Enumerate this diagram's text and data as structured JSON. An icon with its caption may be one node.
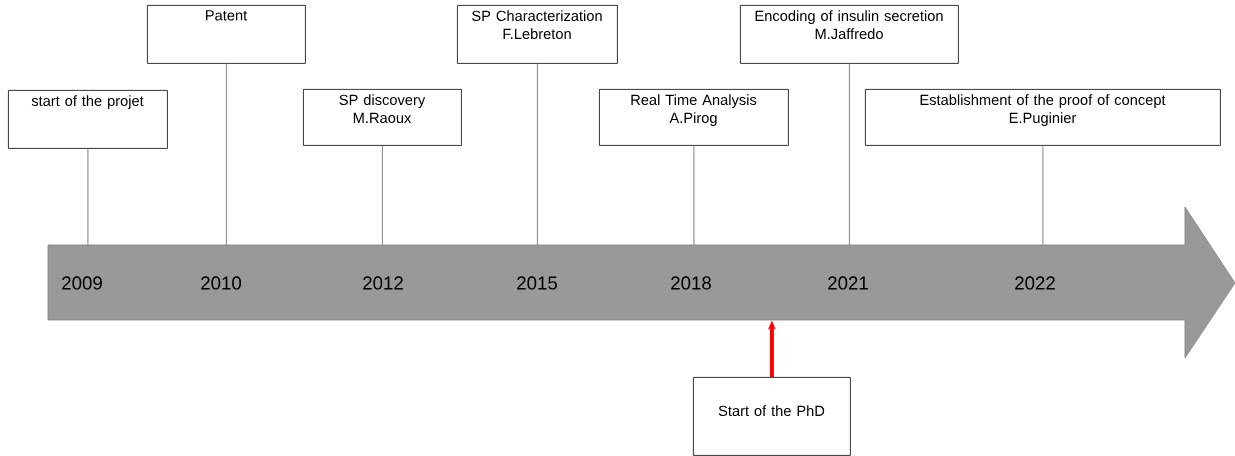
{
  "diagram": {
    "nodes": [
      {
        "text": [
          "start of the projet"
        ]
      },
      {
        "text": [
          "Patent"
        ]
      },
      {
        "text": [
          "SP discovery",
          "M.Raoux"
        ]
      },
      {
        "text": [
          "SP Characterization",
          "F.Lebreton"
        ]
      },
      {
        "text": [
          "Real Time Analysis",
          "A.Pirog"
        ]
      },
      {
        "text": [
          "Encoding of insulin secretion",
          "M.Jaffredo"
        ]
      },
      {
        "text": [
          "Establishment of the proof of concept",
          "E.Puginier"
        ]
      },
      {
        "text": [
          "2009",
          "2010",
          "2012",
          "2015",
          "2018",
          "2021",
          "2022"
        ]
      },
      {
        "text": [
          "Start of the PhD"
        ]
      }
    ],
    "edges": [
      {
        "from": 0,
        "to": 7,
        "arrow": "none"
      },
      {
        "from": 1,
        "to": 7,
        "arrow": "none"
      },
      {
        "from": 2,
        "to": 7,
        "arrow": "none"
      },
      {
        "from": 3,
        "to": 7,
        "arrow": "none"
      },
      {
        "from": 4,
        "to": 7,
        "arrow": "none"
      },
      {
        "from": 5,
        "to": 7,
        "arrow": "none"
      },
      {
        "from": 6,
        "to": 7,
        "arrow": "none"
      },
      {
        "from": 8,
        "to": 7,
        "arrow": "to",
        "style": "thick",
        "color": "#ff0000"
      }
    ]
  }
}
